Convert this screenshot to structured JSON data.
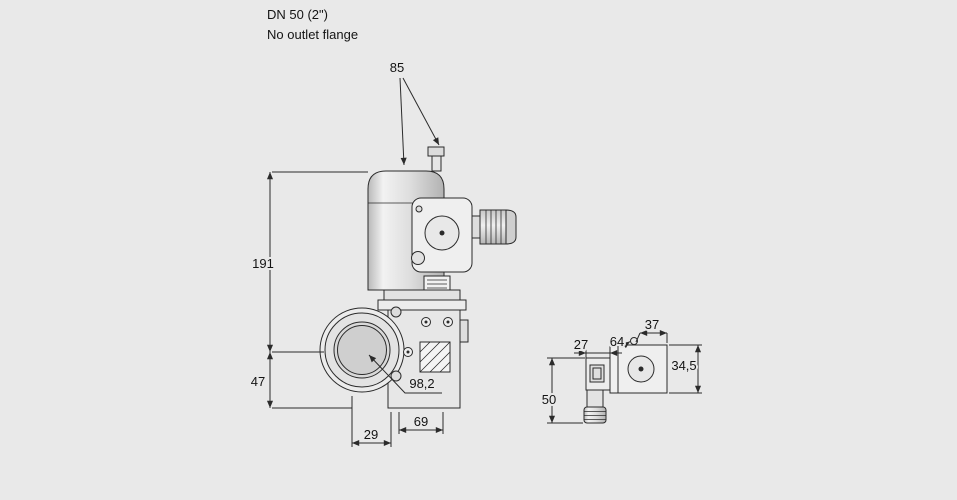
{
  "drawing": {
    "title_line1": "DN 50 (2\")",
    "title_line2": "No outlet flange"
  },
  "main_view": {
    "dims": {
      "top_width": "85",
      "height_upper": "191",
      "height_lower": "47",
      "flange_diameter": "98,2",
      "bottom_right_width": "69",
      "bottom_left_width": "29"
    }
  },
  "side_view": {
    "dims": {
      "left_width": "27",
      "total_width": "64",
      "right_width": "37",
      "height": "34,5",
      "total_height": "50"
    }
  },
  "colors": {
    "background": "#e9e9e9",
    "line": "#2b2b2b",
    "fill_light": "#efefef",
    "fill_mid": "#dddddd"
  }
}
